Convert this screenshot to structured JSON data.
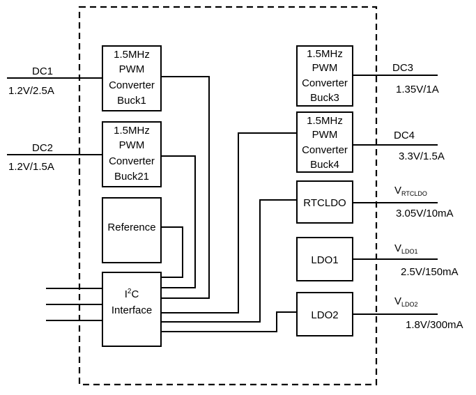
{
  "blocks": {
    "buck1": [
      "1.5MHz",
      "PWM",
      "Converter",
      "Buck1"
    ],
    "buck21": [
      "1.5MHz",
      "PWM",
      "Converter",
      "Buck21"
    ],
    "buck3": [
      "1.5MHz",
      "PWM",
      "Converter",
      "Buck3"
    ],
    "buck4": [
      "1.5MHz",
      "PWM",
      "Converter",
      "Buck4"
    ],
    "reference": "Reference",
    "i2c": {
      "prefix": "I",
      "superscript": "2",
      "suffix": "C",
      "line2": "Interface"
    },
    "rtcldo": "RTCLDO",
    "ldo1": "LDO1",
    "ldo2": "LDO2"
  },
  "outputs": {
    "dc1": {
      "name": "DC1",
      "value": "1.2V/2.5A"
    },
    "dc2": {
      "name": "DC2",
      "value": "1.2V/1.5A"
    },
    "dc3": {
      "name": "DC3",
      "value": "1.35V/1A"
    },
    "dc4": {
      "name": "DC4",
      "value": "3.3V/1.5A"
    },
    "vrtcldo": {
      "name": "V",
      "subscript": "RTCLDO",
      "value": "3.05V/10mA"
    },
    "vldo1": {
      "name": "V",
      "subscript": "LDO1",
      "value": "2.5V/150mA"
    },
    "vldo2": {
      "name": "V",
      "subscript": "LDO2",
      "value": "1.8V/300mA"
    }
  }
}
